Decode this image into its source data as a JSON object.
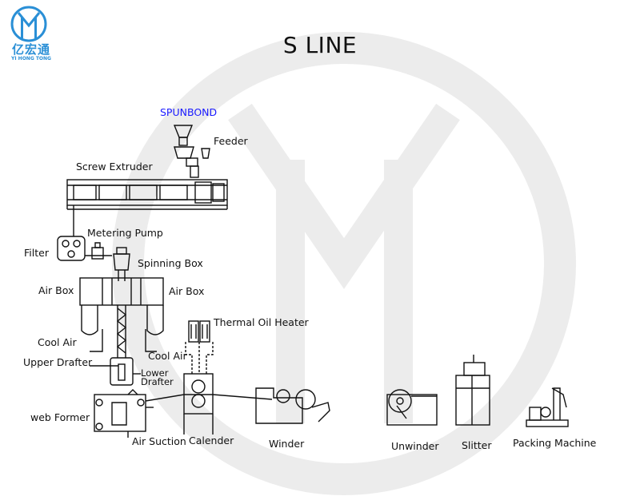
{
  "title": "S LINE",
  "logo": {
    "cn_text": "亿宏通",
    "en_text": "YI HONG TONG",
    "color": "#2a8fd6"
  },
  "labels": {
    "spunbond": "SPUNBOND",
    "feeder": "Feeder",
    "screw_extruder": "Screw  Extruder",
    "metering_pump": "Metering Pump",
    "filter": "Filter",
    "spinning_box": "Spinning Box",
    "air_box_left": "Air Box",
    "air_box_right": "Air Box",
    "thermal_oil_heater": "Thermal Oil Heater",
    "cool_air_left": "Cool Air",
    "cool_air_right": "Cool Air",
    "upper_drafter": "Upper Drafter",
    "lower_drafter_1": "Lower",
    "lower_drafter_2": "Drafter",
    "web_former": "web Former",
    "air_suction": "Air Suction",
    "calender": "Calender",
    "winder": "Winder",
    "unwinder": "Unwinder",
    "slitter": "Slitter",
    "packing_machine": "Packing Machine"
  },
  "colors": {
    "line": "#111111",
    "accent": "#1a1aff",
    "watermark": "#e6e6e6"
  }
}
